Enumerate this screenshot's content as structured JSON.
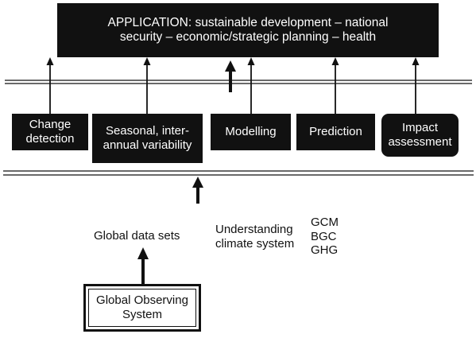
{
  "application": {
    "line1": "APPLICATION: sustainable development – national",
    "line2": "security – economic/strategic planning – health"
  },
  "stages": [
    {
      "line1": "Change",
      "line2": "detection"
    },
    {
      "line1": "Seasonal, inter-",
      "line2": "annual variability"
    },
    {
      "line1": "Modelling",
      "line2": ""
    },
    {
      "line1": "Prediction",
      "line2": ""
    },
    {
      "line1": "Impact",
      "line2": "assessment"
    }
  ],
  "global_data_sets": "Global data sets",
  "understanding": {
    "line1": "Understanding",
    "line2": "climate system"
  },
  "acronyms": [
    "GCM",
    "BGC",
    "GHG"
  ],
  "observing_system": {
    "line1": "Global Observing",
    "line2": "System"
  }
}
